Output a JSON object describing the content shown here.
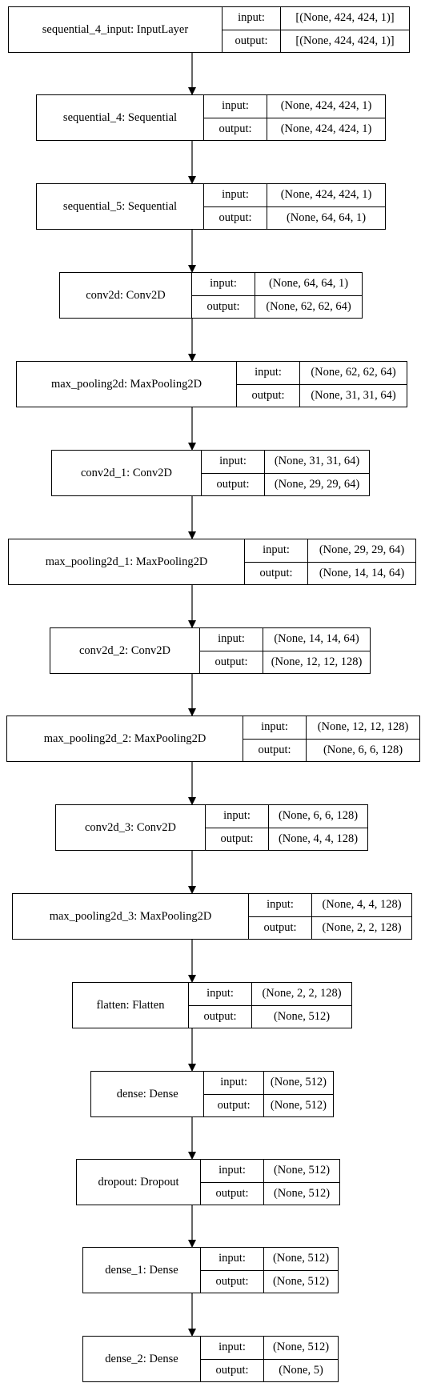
{
  "layers": [
    {
      "id": "sequential_4_input",
      "label": "sequential_4_input: InputLayer",
      "input_label": "input:",
      "output_label": "output:",
      "input": "[(None, 424, 424, 1)]",
      "output": "[(None, 424, 424, 1)]"
    },
    {
      "id": "sequential_4",
      "label": "sequential_4: Sequential",
      "input_label": "input:",
      "output_label": "output:",
      "input": "(None, 424, 424, 1)",
      "output": "(None, 424, 424, 1)"
    },
    {
      "id": "sequential_5",
      "label": "sequential_5: Sequential",
      "input_label": "input:",
      "output_label": "output:",
      "input": "(None, 424, 424, 1)",
      "output": "(None, 64, 64, 1)"
    },
    {
      "id": "conv2d",
      "label": "conv2d: Conv2D",
      "input_label": "input:",
      "output_label": "output:",
      "input": "(None, 64, 64, 1)",
      "output": "(None, 62, 62, 64)"
    },
    {
      "id": "max_pooling2d",
      "label": "max_pooling2d: MaxPooling2D",
      "input_label": "input:",
      "output_label": "output:",
      "input": "(None, 62, 62, 64)",
      "output": "(None, 31, 31, 64)"
    },
    {
      "id": "conv2d_1",
      "label": "conv2d_1: Conv2D",
      "input_label": "input:",
      "output_label": "output:",
      "input": "(None, 31, 31, 64)",
      "output": "(None, 29, 29, 64)"
    },
    {
      "id": "max_pooling2d_1",
      "label": "max_pooling2d_1: MaxPooling2D",
      "input_label": "input:",
      "output_label": "output:",
      "input": "(None, 29, 29, 64)",
      "output": "(None, 14, 14, 64)"
    },
    {
      "id": "conv2d_2",
      "label": "conv2d_2: Conv2D",
      "input_label": "input:",
      "output_label": "output:",
      "input": "(None, 14, 14, 64)",
      "output": "(None, 12, 12, 128)"
    },
    {
      "id": "max_pooling2d_2",
      "label": "max_pooling2d_2: MaxPooling2D",
      "input_label": "input:",
      "output_label": "output:",
      "input": "(None, 12, 12, 128)",
      "output": "(None, 6, 6, 128)"
    },
    {
      "id": "conv2d_3",
      "label": "conv2d_3: Conv2D",
      "input_label": "input:",
      "output_label": "output:",
      "input": "(None, 6, 6, 128)",
      "output": "(None, 4, 4, 128)"
    },
    {
      "id": "max_pooling2d_3",
      "label": "max_pooling2d_3: MaxPooling2D",
      "input_label": "input:",
      "output_label": "output:",
      "input": "(None, 4, 4, 128)",
      "output": "(None, 2, 2, 128)"
    },
    {
      "id": "flatten",
      "label": "flatten: Flatten",
      "input_label": "input:",
      "output_label": "output:",
      "input": "(None, 2, 2, 128)",
      "output": "(None, 512)"
    },
    {
      "id": "dense",
      "label": "dense: Dense",
      "input_label": "input:",
      "output_label": "output:",
      "input": "(None, 512)",
      "output": "(None, 512)"
    },
    {
      "id": "dropout",
      "label": "dropout: Dropout",
      "input_label": "input:",
      "output_label": "output:",
      "input": "(None, 512)",
      "output": "(None, 512)"
    },
    {
      "id": "dense_1",
      "label": "dense_1: Dense",
      "input_label": "input:",
      "output_label": "output:",
      "input": "(None, 512)",
      "output": "(None, 512)"
    },
    {
      "id": "dense_2",
      "label": "dense_2: Dense",
      "input_label": "input:",
      "output_label": "output:",
      "input": "(None, 512)",
      "output": "(None, 5)"
    }
  ]
}
